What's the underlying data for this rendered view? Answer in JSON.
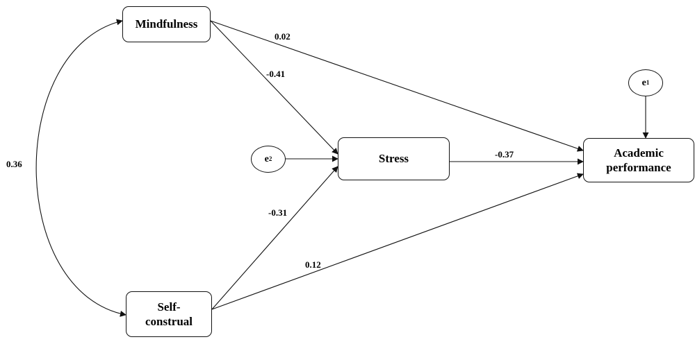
{
  "nodes": {
    "mindfulness": "Mindfulness",
    "stress": "Stress",
    "academic_line1": "Academic",
    "academic_line2": "performance",
    "self_line1": "Self-",
    "self_line2": "construal"
  },
  "errors": {
    "e1": {
      "base": "e",
      "sup": "1"
    },
    "e2": {
      "base": "e",
      "sup": "2"
    }
  },
  "coefficients": {
    "mindfulness_academic": "0.02",
    "mindfulness_stress": "-0.41",
    "stress_academic": "-0.37",
    "self_stress": "-0.31",
    "self_academic": "0.12",
    "mindfulness_self_cov": "0.36"
  }
}
